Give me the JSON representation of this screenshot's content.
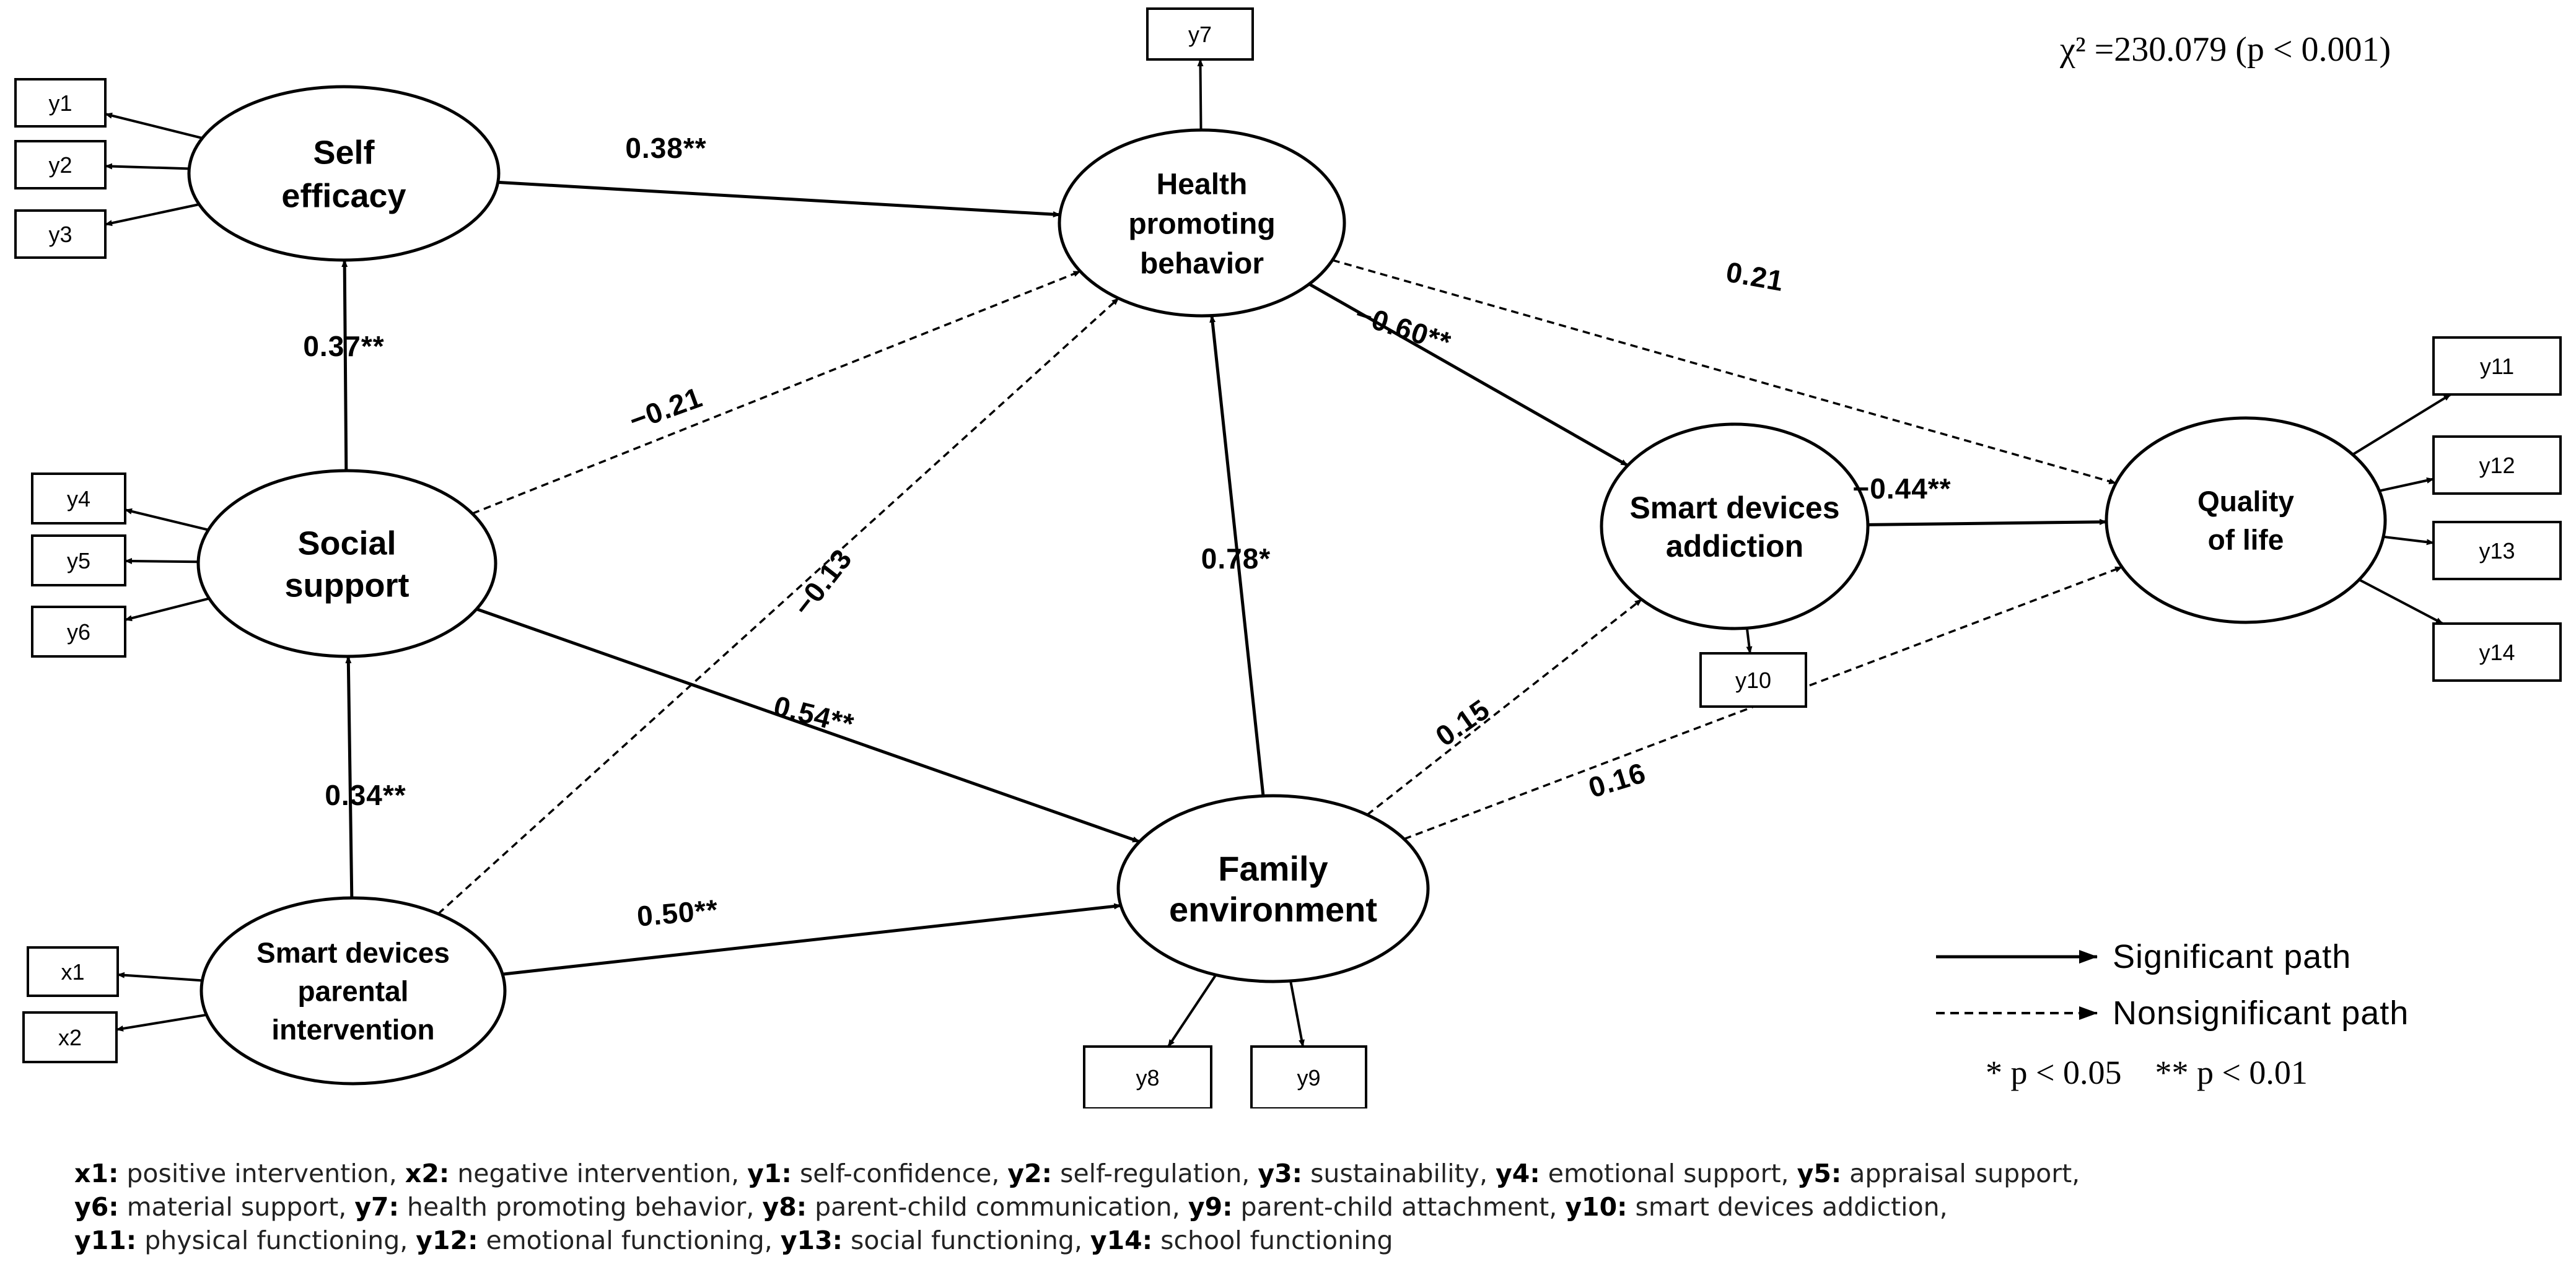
{
  "fit_statistic": "χ² =230.079 (p < 0.001)",
  "latents": [
    {
      "id": "self_efficacy",
      "lines": [
        "Self",
        "efficacy"
      ]
    },
    {
      "id": "health",
      "lines": [
        "Health",
        "promoting",
        "behavior"
      ]
    },
    {
      "id": "social",
      "lines": [
        "Social",
        "support"
      ]
    },
    {
      "id": "smart_parent",
      "lines": [
        "Smart devices",
        "parental",
        "intervention"
      ]
    },
    {
      "id": "family",
      "lines": [
        "Family",
        "environment"
      ]
    },
    {
      "id": "addiction",
      "lines": [
        "Smart devices",
        "addiction"
      ]
    },
    {
      "id": "qol",
      "lines": [
        "Quality",
        "of life"
      ]
    }
  ],
  "observed": [
    "y1",
    "y2",
    "y3",
    "y4",
    "y5",
    "y6",
    "y7",
    "y8",
    "y9",
    "y10",
    "y11",
    "y12",
    "y13",
    "y14",
    "x1",
    "x2"
  ],
  "paths": [
    {
      "from": "self_efficacy",
      "to": "health",
      "coef": "0.38**",
      "significant": true
    },
    {
      "from": "social",
      "to": "self_efficacy",
      "coef": "0.37**",
      "significant": true
    },
    {
      "from": "social",
      "to": "health",
      "coef": "−0.21",
      "significant": false
    },
    {
      "from": "smart_parent",
      "to": "health",
      "coef": "−0.13",
      "significant": false
    },
    {
      "from": "family",
      "to": "health",
      "coef": "0.78*",
      "significant": true
    },
    {
      "from": "social",
      "to": "family",
      "coef": "0.54**",
      "significant": true
    },
    {
      "from": "smart_parent",
      "to": "social",
      "coef": "0.34**",
      "significant": true
    },
    {
      "from": "smart_parent",
      "to": "family",
      "coef": "0.50**",
      "significant": true
    },
    {
      "from": "health",
      "to": "addiction",
      "coef": "−0.60**",
      "significant": true
    },
    {
      "from": "health",
      "to": "qol",
      "coef": "0.21",
      "significant": false
    },
    {
      "from": "family",
      "to": "addiction",
      "coef": "0.15",
      "significant": false
    },
    {
      "from": "family",
      "to": "qol",
      "coef": "0.16",
      "significant": false
    },
    {
      "from": "addiction",
      "to": "qol",
      "coef": "−0.44**",
      "significant": true
    }
  ],
  "legend": {
    "significant": "Significant path",
    "nonsignificant": "Nonsignificant path",
    "p_note": "* p < 0.05    ** p < 0.01"
  },
  "notes": [
    [
      {
        "k": "x1:",
        "v": " positive intervention, "
      },
      {
        "k": "x2:",
        "v": " negative intervention, "
      },
      {
        "k": "y1:",
        "v": " self-confidence, "
      },
      {
        "k": "y2:",
        "v": " self-regulation, "
      },
      {
        "k": "y3:",
        "v": " sustainability, "
      },
      {
        "k": "y4:",
        "v": " emotional support, "
      },
      {
        "k": "y5:",
        "v": " appraisal support,"
      }
    ],
    [
      {
        "k": "y6:",
        "v": " material support, "
      },
      {
        "k": "y7:",
        "v": " health promoting behavior, "
      },
      {
        "k": "y8:",
        "v": " parent-child communication, "
      },
      {
        "k": "y9:",
        "v": " parent-child attachment, "
      },
      {
        "k": "y10:",
        "v": " smart devices addiction,"
      }
    ],
    [
      {
        "k": "y11:",
        "v": " physical functioning, "
      },
      {
        "k": "y12:",
        "v": " emotional functioning, "
      },
      {
        "k": "y13:",
        "v": " social functioning, "
      },
      {
        "k": "y14:",
        "v": " school functioning"
      }
    ]
  ]
}
